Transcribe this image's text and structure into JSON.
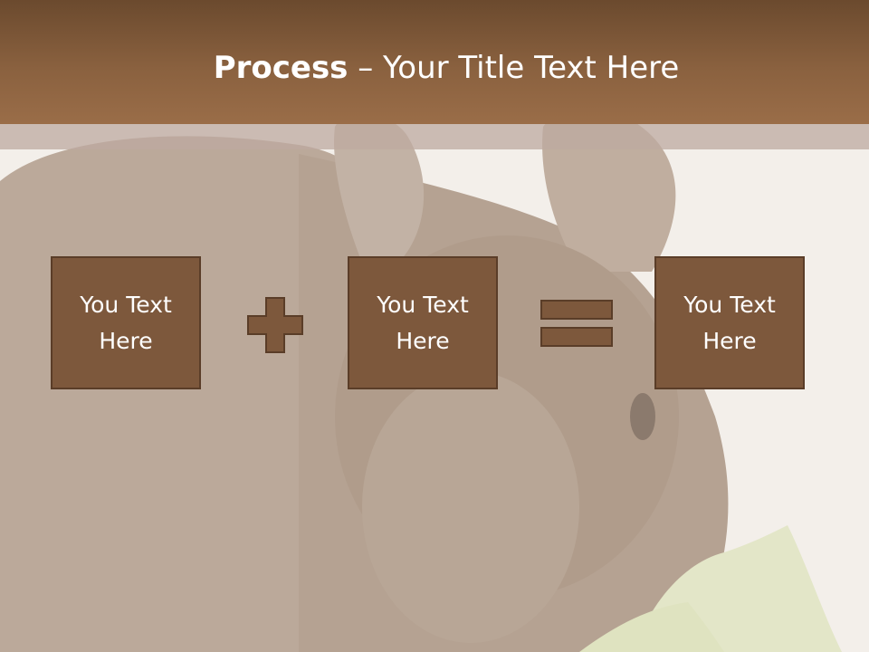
{
  "slide": {
    "title_bold": "Process",
    "title_rest": " – Your Title Text Here",
    "boxes": [
      {
        "text": "You Text Here"
      },
      {
        "text": "You Text Here"
      },
      {
        "text": "You Text Here"
      }
    ],
    "operators": [
      "plus-icon",
      "equals-icon"
    ]
  },
  "colors": {
    "header": "#8a613f",
    "box_fill": "#7d583c",
    "box_border": "#5a3d28",
    "text": "#ffffff"
  }
}
